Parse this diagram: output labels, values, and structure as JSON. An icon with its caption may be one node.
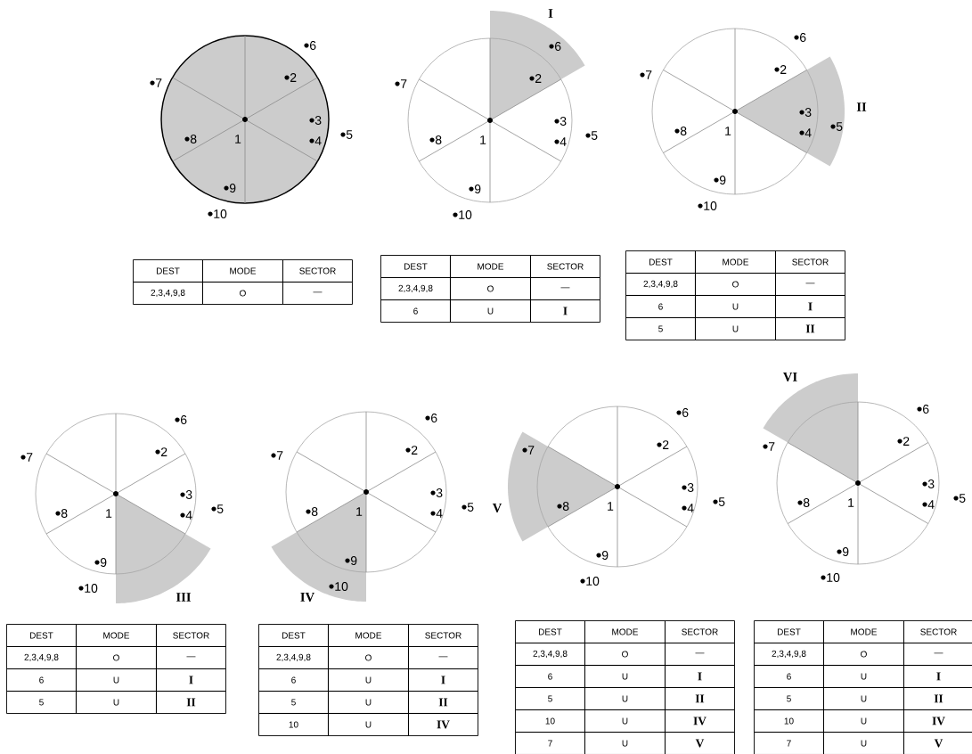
{
  "diagram": {
    "labels": [
      "1",
      "2",
      "3",
      "4",
      "5",
      "6",
      "7",
      "8",
      "9",
      "10",
      "DEST",
      "MODE",
      "SECTOR",
      "2,3,4,9,8",
      "O",
      "—",
      "1",
      "2",
      "3",
      "4",
      "5",
      "6",
      "7",
      "8",
      "9",
      "10",
      "I",
      "DEST",
      "MODE",
      "SECTOR",
      "2,3,4,9,8",
      "O",
      "—",
      "6",
      "U",
      "I",
      "1",
      "2",
      "3",
      "4",
      "5",
      "6",
      "7",
      "8",
      "9",
      "10",
      "II",
      "DEST",
      "MODE",
      "SECTOR",
      "2,3,4,9,8",
      "O",
      "—",
      "6",
      "U",
      "I",
      "5",
      "U",
      "II",
      "1",
      "2",
      "3",
      "4",
      "5",
      "6",
      "7",
      "8",
      "9",
      "10",
      "III",
      "DEST",
      "MODE",
      "SECTOR",
      "2,3,4,9,8",
      "O",
      "—",
      "6",
      "U",
      "I",
      "5",
      "U",
      "II",
      "1",
      "2",
      "3",
      "4",
      "5",
      "6",
      "7",
      "8",
      "9",
      "10",
      "IV",
      "DEST",
      "MODE",
      "SECTOR",
      "2,3,4,9,8",
      "O",
      "—",
      "6",
      "U",
      "I",
      "5",
      "U",
      "II",
      "10",
      "U",
      "IV",
      "1",
      "2",
      "3",
      "4",
      "5",
      "6",
      "7",
      "8",
      "9",
      "10",
      "V",
      "DEST",
      "MODE",
      "SECTOR",
      "2,3,4,9,8",
      "O",
      "—",
      "6",
      "U",
      "I",
      "5",
      "U",
      "II",
      "10",
      "U",
      "IV",
      "7",
      "U",
      "V",
      "1",
      "2",
      "3",
      "4",
      "5",
      "6",
      "7",
      "8",
      "9",
      "10",
      "VI",
      "DEST",
      "MODE",
      "SECTOR",
      "2,3,4,9,8",
      "O",
      "—",
      "6",
      "U",
      "I",
      "5",
      "U",
      "II",
      "10",
      "U",
      "IV",
      "7",
      "U",
      "V"
    ]
  }
}
